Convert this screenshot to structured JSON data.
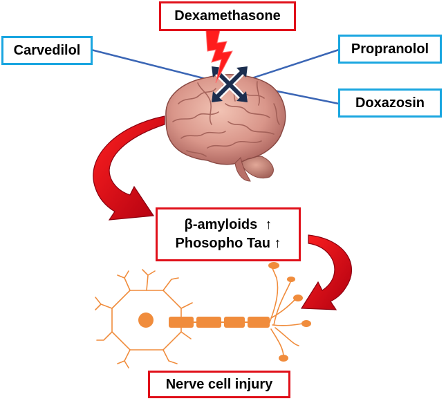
{
  "drug_trigger": {
    "label": "Dexamethasone"
  },
  "blockers": [
    {
      "label": "Carvedilol"
    },
    {
      "label": "Propranolol"
    },
    {
      "label": "Doxazosin"
    }
  ],
  "outcomes": {
    "amyloid": "β-amyloids  ↑",
    "tau": "Phosopho Tau ↑",
    "injury": "Nerve cell injury"
  },
  "colors": {
    "red_border": "#e0101a",
    "blue_border": "#1aa6e0",
    "line": "#3b66b5",
    "arrow": "#e0101a",
    "neuron": "#f08c3c",
    "brain": "#d99a8c"
  }
}
